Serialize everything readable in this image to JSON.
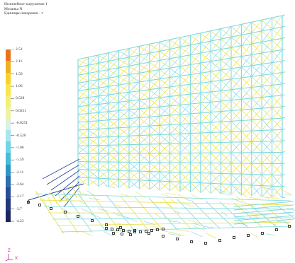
{
  "header": {
    "line1": "Нелинейное загружение 1",
    "line2": "Мозаика N",
    "line3": "Единицы измерения - т"
  },
  "legend": {
    "values": [
      "2.51",
      "2.11",
      "1.59",
      "1.06",
      "0.528",
      "0.0251",
      "-0.0251",
      "-0.528",
      "-1.06",
      "-1.59",
      "-2.11",
      "-2.64",
      "-3.17",
      "-3.7",
      "-4.23"
    ],
    "colors": [
      "#e8731c",
      "#f2b01e",
      "#f7d22b",
      "#f6e64a",
      "#f2ee78",
      "#eef3a2",
      "#d8f0e6",
      "#a6e6ec",
      "#6fd6e4",
      "#47bbd8",
      "#2f96c3",
      "#2b6fae",
      "#2a4e94",
      "#233878",
      "#1b2560"
    ]
  },
  "model": {
    "colors": {
      "tension": "#e5e04a",
      "compression": "#7fd8e0",
      "deep": "#2a4a9a",
      "support": "#111111"
    }
  },
  "axes": {
    "z": "Z",
    "x": "X"
  }
}
